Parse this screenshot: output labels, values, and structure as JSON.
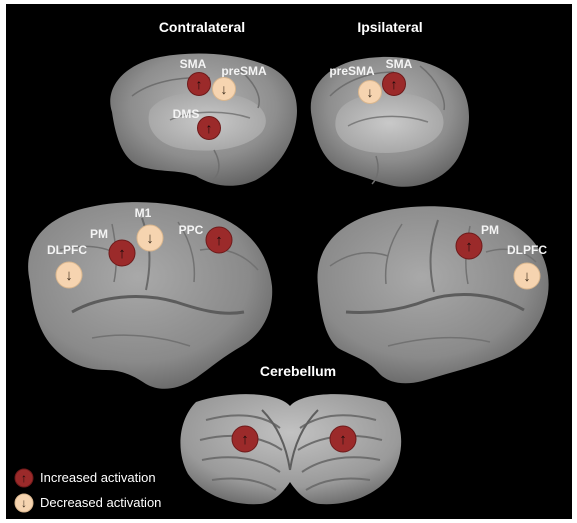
{
  "headers": {
    "contralateral": "Contralateral",
    "ipsilateral": "Ipsilateral",
    "cerebellum": "Cerebellum"
  },
  "colors": {
    "increased": "#9b2a2a",
    "decreased": "#f6d4b0",
    "brain": "#8c8c8c",
    "background": "#000000"
  },
  "regions": [
    {
      "id": "sma-contra",
      "label": "SMA",
      "effect": "increased"
    },
    {
      "id": "presma-contra",
      "label": "preSMA",
      "effect": "decreased"
    },
    {
      "id": "dms-contra",
      "label": "DMS",
      "effect": "increased"
    },
    {
      "id": "presma-ipsi",
      "label": "preSMA",
      "effect": "decreased"
    },
    {
      "id": "sma-ipsi",
      "label": "SMA",
      "effect": "increased"
    },
    {
      "id": "m1-contra",
      "label": "M1",
      "effect": "decreased"
    },
    {
      "id": "pm-contra",
      "label": "PM",
      "effect": "increased"
    },
    {
      "id": "ppc-contra",
      "label": "PPC",
      "effect": "increased"
    },
    {
      "id": "dlpfc-contra",
      "label": "DLPFC",
      "effect": "decreased"
    },
    {
      "id": "pm-ipsi",
      "label": "PM",
      "effect": "increased"
    },
    {
      "id": "dlpfc-ipsi",
      "label": "DLPFC",
      "effect": "decreased"
    },
    {
      "id": "cerebellum-left",
      "label": "",
      "effect": "increased"
    },
    {
      "id": "cerebellum-right",
      "label": "",
      "effect": "increased"
    }
  ],
  "legend": {
    "increased": "Increased activation",
    "decreased": "Decreased activation"
  }
}
